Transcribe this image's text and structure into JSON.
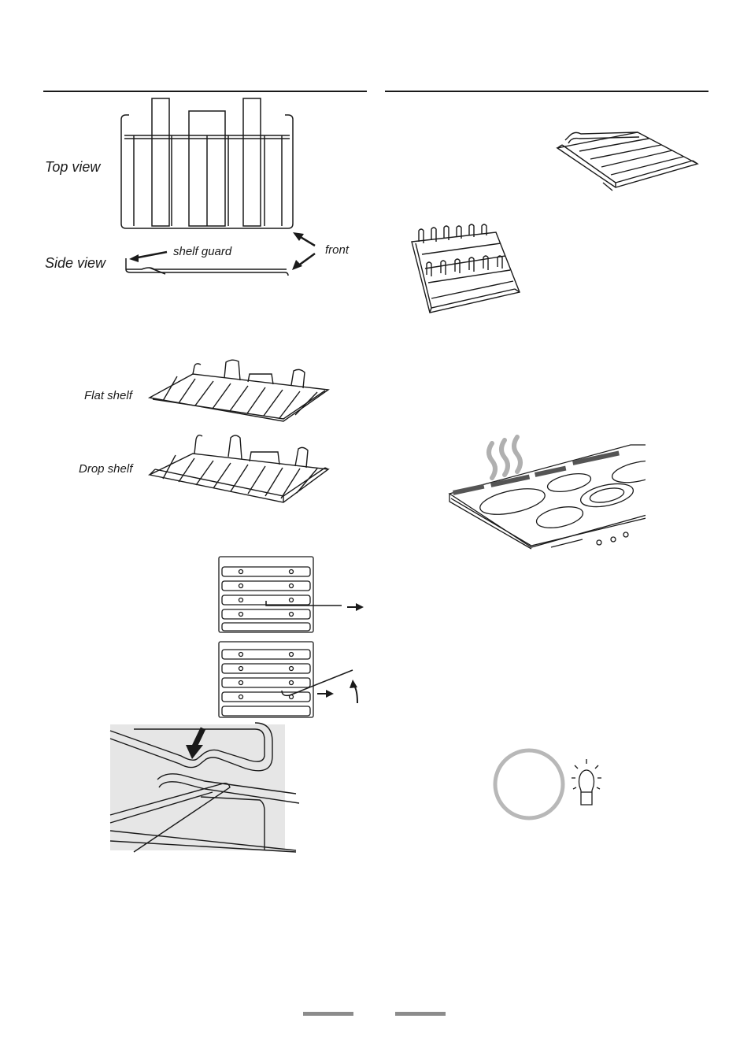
{
  "diagram_labels": {
    "top_view": "Top view",
    "side_view": "Side view",
    "shelf_guard": "shelf guard",
    "front": "front",
    "flat_shelf": "Flat shelf",
    "drop_shelf": "Drop shelf"
  },
  "icons": {
    "shelf_top_view": "shelf-top-view-icon",
    "shelf_side_view": "shelf-side-view-icon",
    "flat_shelf": "flat-shelf-icon",
    "drop_shelf": "drop-shelf-icon",
    "shelf_runner_remove": "shelf-runner-remove-icon",
    "shelf_runner_lift": "shelf-runner-lift-icon",
    "shelf_rail_detail": "shelf-rail-detail-icon",
    "grill_rack": "grill-rack-icon",
    "plate_rack": "plate-rack-icon",
    "hob_heat": "ceramic-hob-heat-icon",
    "ring_lamp": "ring-lamp-icon"
  },
  "colors": {
    "line": "#1a1a1a",
    "grey_panel": "#e6e6e6",
    "ring": "#b8b8b8",
    "footer": "#8c8c8c"
  }
}
